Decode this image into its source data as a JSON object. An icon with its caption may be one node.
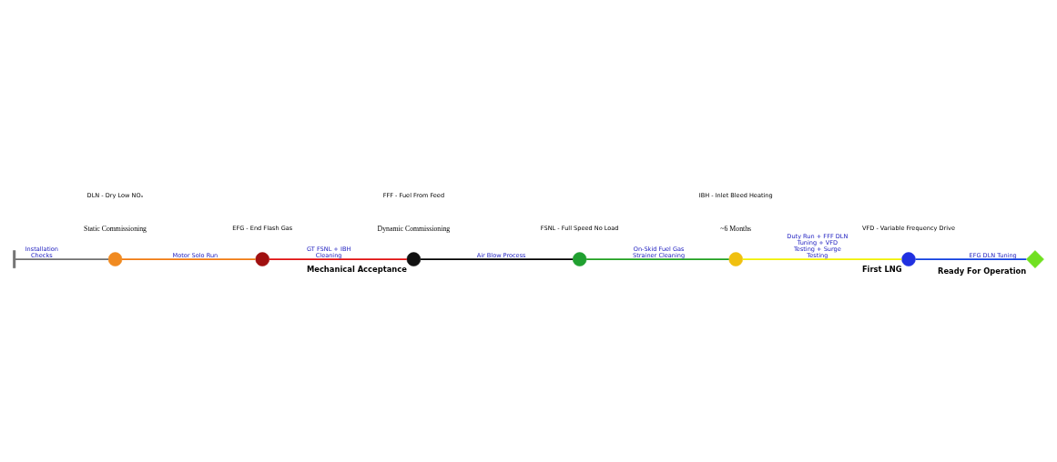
{
  "diagram": {
    "nodes": [
      {
        "text": [],
        "shape": "bar"
      },
      {
        "text": [],
        "shape": "circle"
      },
      {
        "text": [],
        "shape": "circle"
      },
      {
        "text": [],
        "shape": "circle",
        "beside": [
          "Mechanical Acceptance"
        ]
      },
      {
        "text": [],
        "shape": "circle"
      },
      {
        "text": [],
        "shape": "circle"
      },
      {
        "text": [],
        "shape": "circle",
        "beside": [
          "First LNG"
        ]
      },
      {
        "text": [],
        "shape": "diamond",
        "beside": [
          "Ready For Operation"
        ]
      }
    ],
    "edges": [
      {
        "from": 0,
        "to": 1,
        "arrow": "none",
        "label": "Installation Checks",
        "color": "#707070"
      },
      {
        "from": 1,
        "to": 2,
        "arrow": "none",
        "label": "Motor Solo Run",
        "color": "#f07a10"
      },
      {
        "from": 2,
        "to": 3,
        "arrow": "none",
        "label": "GT FSNL + IBH Cleaning",
        "color": "#e01010"
      },
      {
        "from": 3,
        "to": 4,
        "arrow": "none",
        "label": "Air Blow Process",
        "color": "#000000"
      },
      {
        "from": 4,
        "to": 5,
        "arrow": "none",
        "label": "On-Skid Fuel Gas Strainer Cleaning",
        "color": "#20a020"
      },
      {
        "from": 5,
        "to": 6,
        "arrow": "none",
        "label": "Duty Run + FFF DLN Tuning + VFD Testing + Surge Testing",
        "color": "#f0f000"
      },
      {
        "from": 6,
        "to": 7,
        "arrow": "none",
        "label": "EFG DLN Tuning",
        "color": "#1040e0"
      }
    ],
    "labels": [
      "Static Commissioning",
      "Dynamic Commissioning",
      "~6 Months"
    ],
    "legend": [
      {
        "text": "DLN - Dry Low NOₓ"
      },
      {
        "text": "EFG - End Flash Gas"
      },
      {
        "text": "FFF - Fuel From Feed"
      },
      {
        "text": "FSNL - Full Speed No Load"
      },
      {
        "text": "IBH - Inlet Bleed Heating"
      },
      {
        "text": "VFD - Variable Frequency Drive"
      }
    ]
  }
}
